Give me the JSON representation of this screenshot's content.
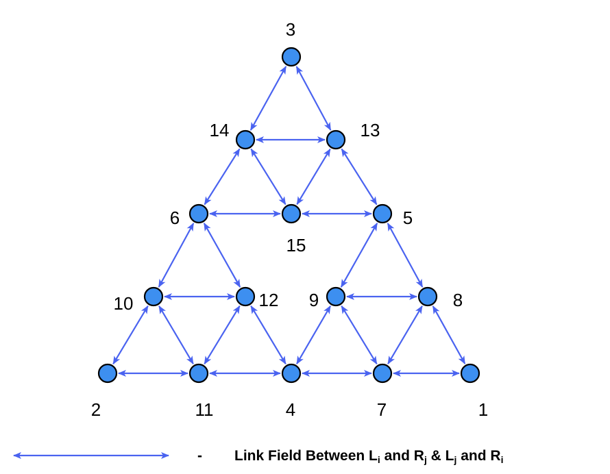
{
  "colors": {
    "edge": "#4a63f0",
    "node": "#3d8ff0"
  },
  "nodes": [
    {
      "id": "3"
    },
    {
      "id": "14"
    },
    {
      "id": "13"
    },
    {
      "id": "6"
    },
    {
      "id": "15"
    },
    {
      "id": "5"
    },
    {
      "id": "10"
    },
    {
      "id": "12"
    },
    {
      "id": "9"
    },
    {
      "id": "8"
    },
    {
      "id": "2"
    },
    {
      "id": "11"
    },
    {
      "id": "4"
    },
    {
      "id": "7"
    },
    {
      "id": "1"
    }
  ],
  "edges": [
    [
      "3",
      "14"
    ],
    [
      "3",
      "13"
    ],
    [
      "14",
      "13"
    ],
    [
      "14",
      "6"
    ],
    [
      "14",
      "15"
    ],
    [
      "13",
      "15"
    ],
    [
      "13",
      "5"
    ],
    [
      "6",
      "15"
    ],
    [
      "15",
      "5"
    ],
    [
      "6",
      "10"
    ],
    [
      "6",
      "12"
    ],
    [
      "5",
      "9"
    ],
    [
      "5",
      "8"
    ],
    [
      "10",
      "12"
    ],
    [
      "9",
      "8"
    ],
    [
      "10",
      "2"
    ],
    [
      "10",
      "11"
    ],
    [
      "12",
      "11"
    ],
    [
      "12",
      "4"
    ],
    [
      "9",
      "4"
    ],
    [
      "9",
      "7"
    ],
    [
      "8",
      "7"
    ],
    [
      "8",
      "1"
    ],
    [
      "2",
      "11"
    ],
    [
      "11",
      "4"
    ],
    [
      "4",
      "7"
    ],
    [
      "7",
      "1"
    ]
  ],
  "legend": {
    "dash": "-",
    "parts": [
      {
        "t": "Link Field Between L",
        "sub": false
      },
      {
        "t": "i",
        "sub": true
      },
      {
        "t": " and R",
        "sub": false
      },
      {
        "t": "j",
        "sub": true
      },
      {
        "t": " & L",
        "sub": false
      },
      {
        "t": "j",
        "sub": true
      },
      {
        "t": " and R",
        "sub": false
      },
      {
        "t": "i",
        "sub": true
      }
    ]
  }
}
